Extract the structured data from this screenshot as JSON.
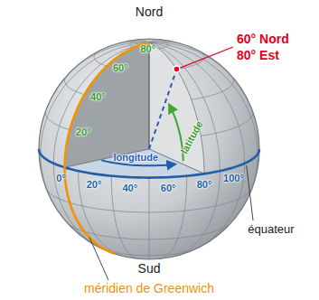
{
  "diagram": {
    "labels": [
      "Nord",
      "60° Nord",
      "80° Est",
      "80°",
      "60°",
      "40°",
      "20°",
      "latitude",
      "longitude",
      "0°",
      "20°",
      "40°",
      "60°",
      "80°",
      "100°",
      "équateur",
      "Sud",
      "méridien de Greenwich"
    ]
  }
}
